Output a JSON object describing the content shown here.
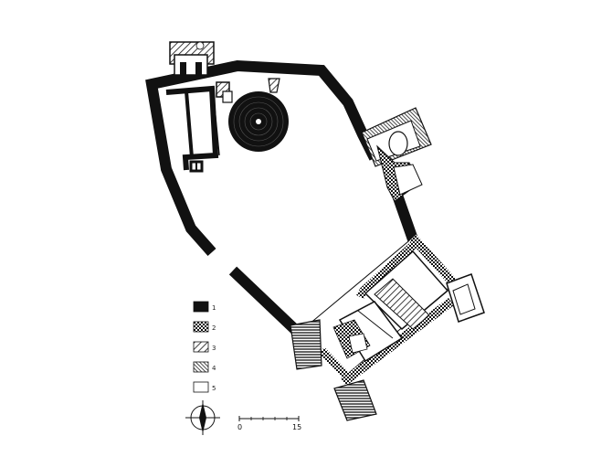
{
  "legend": [
    {
      "label": "1",
      "pattern": "solid"
    },
    {
      "label": "2",
      "pattern": "checker"
    },
    {
      "label": "3",
      "pattern": "diag-light"
    },
    {
      "label": "4",
      "pattern": "diag-dense"
    },
    {
      "label": "5",
      "pattern": "empty"
    }
  ],
  "scale": {
    "start_label": "0",
    "end_label": "15"
  },
  "colors": {
    "wall": "#111111",
    "paper": "#ffffff"
  },
  "icons": {
    "compass": "compass-rose-icon"
  }
}
